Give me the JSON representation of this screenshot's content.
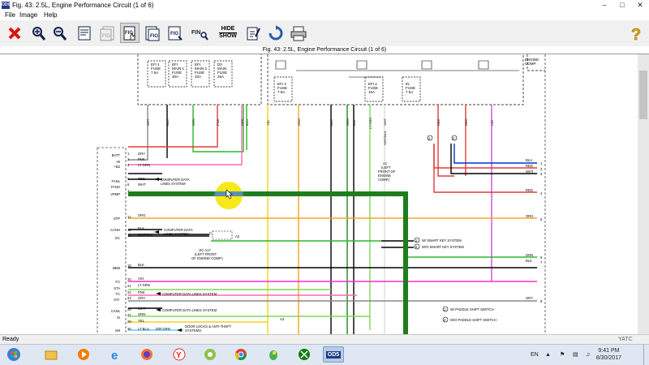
{
  "window": {
    "title": "Fig. 43: 2.5L, Engine Performance Circuit (1 of 6)",
    "app_icon": "OD5"
  },
  "menu": [
    "File",
    "Image",
    "Help"
  ],
  "toolbar": {
    "hide": "HIDE",
    "show": "SHOW",
    "fig": "FIG",
    "fin": "FIN"
  },
  "figure_title": "Fig. 43: 2.5L, Engine Performance Circuit (1 of 6)",
  "diagram": {
    "fuses": [
      {
        "label": "EFI 1\nFUSE\n7.5A"
      },
      {
        "label": "EFI\nMAIN 1\nFUSE\n30A"
      },
      {
        "label": "EFI\nMAIN 2\nFUSE\n20A"
      },
      {
        "label": "D2\nMAIN\nFUSE\n25A"
      },
      {
        "label": "EFI 3\nFUSE\n7.5A"
      },
      {
        "label": "EFI 2\nFUSE\n15A"
      },
      {
        "label": "IN\nFUSE\n7.5A"
      }
    ],
    "engine_comp": "ENGINE\nCOMP.",
    "top_wire_colors": [
      "GRY",
      "BLU",
      "GRN",
      "PNK",
      "GRN",
      "BLU",
      "YEL",
      "ORG",
      "BLU",
      "BLK",
      "GRN",
      "LT GRN",
      "WHT",
      "RED",
      "RED",
      "VIO"
    ],
    "left_pins": [
      "BATT",
      "+B",
      "+B2",
      "FANL",
      "FANH",
      "VPMP",
      "STP",
      "CANH",
      "EC",
      "IMMI",
      "FC",
      "STA",
      "TC",
      "STI-",
      "CANL",
      "SI",
      "IMI"
    ],
    "row_labels": [
      {
        "pin": "1",
        "color": "GRY"
      },
      {
        "pin": "2",
        "color": "PNK"
      },
      {
        "pin": "3",
        "color": "LT GRN"
      },
      {
        "pin": "5",
        "color": "RED",
        "note": "COMPUTER DATA\nLINES SYSTEM"
      },
      {
        "pin": "6",
        "color": "WHT"
      },
      {
        "pin": "7",
        "color": ""
      },
      {
        "pin": "11",
        "color": "ORG"
      },
      {
        "pin": "13",
        "color": "BLK",
        "note": "COMPUTER DATA\nLINES SYSTEM"
      },
      {
        "pin": "14",
        "color": "WHT/BLK"
      },
      {
        "pin": "18",
        "color": "BLK"
      },
      {
        "pin": "20",
        "color": "VIO"
      },
      {
        "pin": "21",
        "color": "LT GRN"
      },
      {
        "pin": "22",
        "color": "PNK",
        "note": "COMPUTER DATA LINES SYSTEM"
      },
      {
        "pin": "23",
        "color": "GRY"
      },
      {
        "pin": "26",
        "color": "WHT",
        "note": "COMPUTER DATA LINES SYSTEM"
      },
      {
        "pin": "27",
        "color": "GRN"
      },
      {
        "pin": "29",
        "color": "YEL"
      },
      {
        "pin": "30",
        "color": "LT BLU",
        "note": "DOOR LOCKS & ANTI-THEFT\nSYSTEMS",
        "extra": "D/R GRN"
      }
    ],
    "right_wires": [
      {
        "color": "BLU",
        "pin": "1"
      },
      {
        "color": "RED",
        "pin": "2"
      },
      {
        "color": "WHT",
        "pin": "3"
      },
      {
        "color": "RED",
        "pin": "4"
      },
      {
        "color": "ORG",
        "pin": "5"
      },
      {
        "color": "GRN",
        "pin": "6"
      },
      {
        "color": "BLK",
        "pin": "7"
      },
      {
        "color": "GRY",
        "pin": "8"
      },
      {
        "color": "VIO",
        "pin": ""
      }
    ],
    "jc_label": "J/C A17\n(LEFT FRONT\nOF ENGINE COMP.)",
    "a1_label": "A1\n(LEFT\nFRONT OF\nENGINE\nCOMP.)",
    "smart_key": [
      "W/ SMART KEY SYSTEM",
      "W/O SMART KEY SYSTEM"
    ],
    "paddle": [
      "W/ PADDLE SHIFT SWITCH",
      "W/O PADDLE SHIFT SWITCH"
    ],
    "a3_label": "A3",
    "a2_label": "A2",
    "blk_wht": "WHT/BLK"
  },
  "status": {
    "text": "Ready",
    "right": "YATC"
  },
  "taskbar": {
    "lang": "EN",
    "time": "9:41 PM",
    "date": "8/30/2017",
    "od5": "OD5"
  },
  "colors": {
    "green_trace": "#1e7e1e",
    "highlight": "#f7e600",
    "accent_red": "#cc0000",
    "accent_blue": "#1f3a8a"
  }
}
